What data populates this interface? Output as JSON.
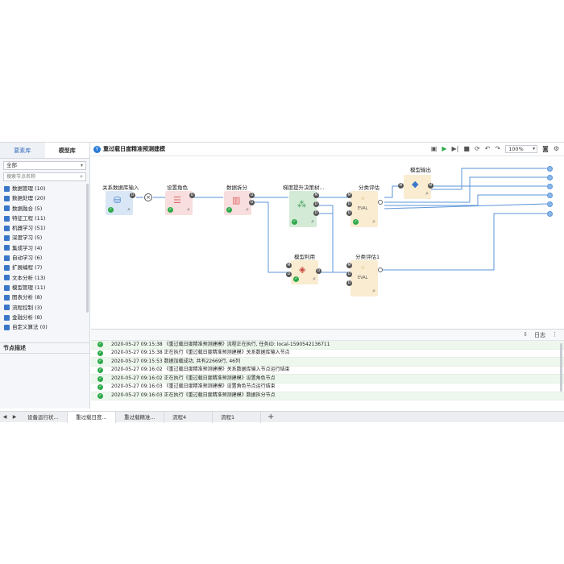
{
  "sidebar": {
    "tabs": [
      "要素库",
      "模型库"
    ],
    "select_value": "全部",
    "search_placeholder": "搜索节点名称",
    "items": [
      {
        "label": "数据管理 (10)",
        "color": "#3a77c9"
      },
      {
        "label": "数据处理 (20)",
        "color": "#3a77c9"
      },
      {
        "label": "数据融合 (5)",
        "color": "#3a77c9"
      },
      {
        "label": "特征工程 (11)",
        "color": "#3a77c9"
      },
      {
        "label": "机器学习 (51)",
        "color": "#3a77c9"
      },
      {
        "label": "深度学习 (5)",
        "color": "#3a77c9"
      },
      {
        "label": "集成学习 (4)",
        "color": "#3a77c9"
      },
      {
        "label": "自动学习 (6)",
        "color": "#3a77c9"
      },
      {
        "label": "扩展编程 (7)",
        "color": "#3a77c9"
      },
      {
        "label": "文本分析 (13)",
        "color": "#3a77c9"
      },
      {
        "label": "模型管理 (11)",
        "color": "#3a77c9"
      },
      {
        "label": "图表分析 (8)",
        "color": "#3a77c9"
      },
      {
        "label": "流程控制 (3)",
        "color": "#3a77c9"
      },
      {
        "label": "金融分析 (8)",
        "color": "#3a77c9"
      },
      {
        "label": "自定义算法 (0)",
        "color": "#3a77c9"
      }
    ],
    "node_desc_title": "节点描述"
  },
  "flow": {
    "title_icon": "Y",
    "title": "重过载日度精准预测建模",
    "zoom": "100%"
  },
  "nodes": {
    "n1": "关系数据库输入",
    "n2": "设置角色",
    "n3": "数据拆分",
    "n4": "梯度提升决策树...",
    "n5": "分类评估",
    "n6": "模型输出",
    "n7": "模型利用",
    "n8": "分类评估1",
    "eval": "EVAL",
    "port_m": "M",
    "port_d": "D"
  },
  "log": {
    "title": "日志",
    "rows": [
      "2020-05-27 09:15:38 《重过载日度精准预测建模》流程正在执行, 任务ID: local-1590542136711",
      "2020-05-27 09:15:38 正在执行《重过载日度精准预测建模》关系数据库输入节点",
      "2020-05-27 09:15:53 数据加载成功, 共有22669行, 46列",
      "2020-05-27 09:16:02 《重过载日度精准预测建模》关系数据库输入节点运行结束",
      "2020-05-27 09:16:02 正在执行《重过载日度精准预测建模》设置角色节点",
      "2020-05-27 09:16:03 《重过载日度精准预测建模》设置角色节点运行结束",
      "2020-05-27 09:16:03 正在执行《重过载日度精准预测建模》数据拆分节点"
    ]
  },
  "bottom_tabs": [
    "设备运行状...",
    "重过载日度...",
    "重过载精准...",
    "流程4",
    "流程1"
  ],
  "colors": {
    "accent": "#2a7ad8",
    "success": "#2eaa4a",
    "link": "#5b95d8"
  }
}
